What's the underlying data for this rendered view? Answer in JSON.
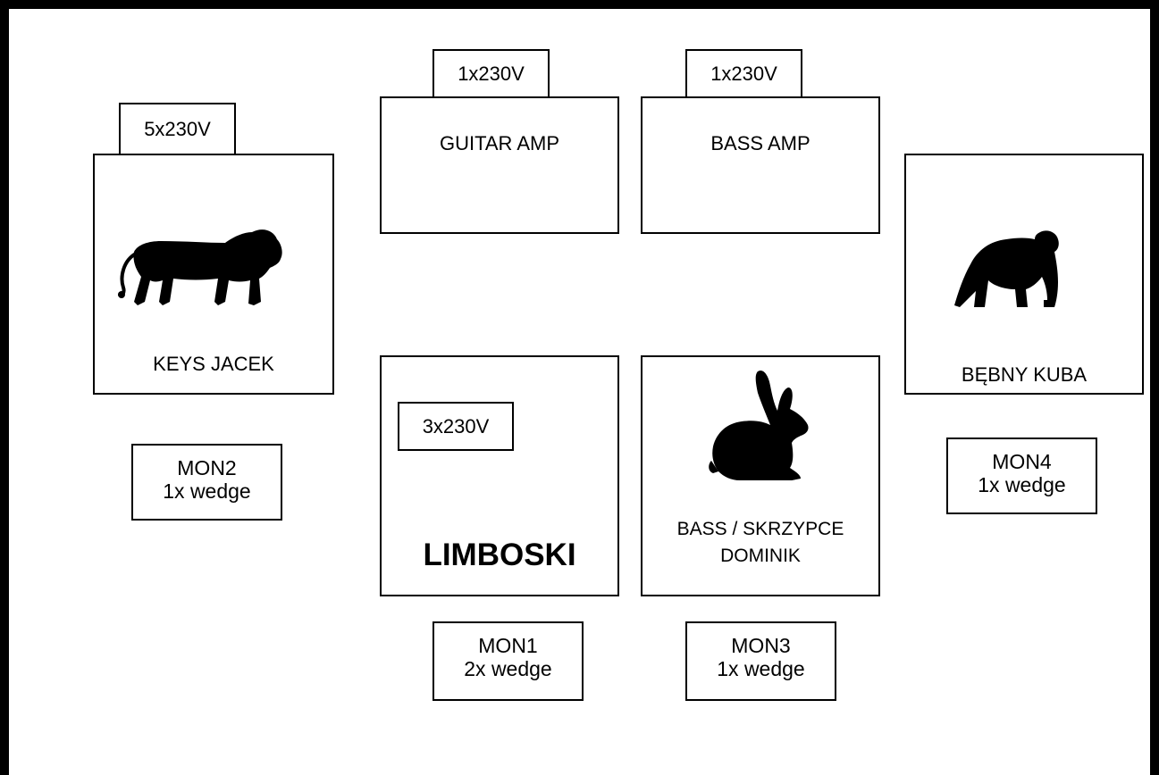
{
  "stage": {
    "keys": {
      "label": "KEYS JACEK",
      "power": "5x230V",
      "icon": "lion-icon"
    },
    "guitar_amp": {
      "label": "GUITAR AMP",
      "power": "1x230V"
    },
    "bass_amp": {
      "label": "BASS AMP",
      "power": "1x230V"
    },
    "drums": {
      "label": "BĘBNY KUBA",
      "icon": "gorilla-icon"
    },
    "limboski": {
      "label": "LIMBOSKI",
      "power": "3x230V"
    },
    "bass_violin": {
      "line1": "BASS / SKRZYPCE",
      "line2": "DOMINIK",
      "icon": "rabbit-icon"
    }
  },
  "monitors": {
    "mon1": {
      "name": "MON1",
      "desc": "2x wedge"
    },
    "mon2": {
      "name": "MON2",
      "desc": "1x wedge"
    },
    "mon3": {
      "name": "MON3",
      "desc": "1x wedge"
    },
    "mon4": {
      "name": "MON4",
      "desc": "1x wedge"
    }
  }
}
